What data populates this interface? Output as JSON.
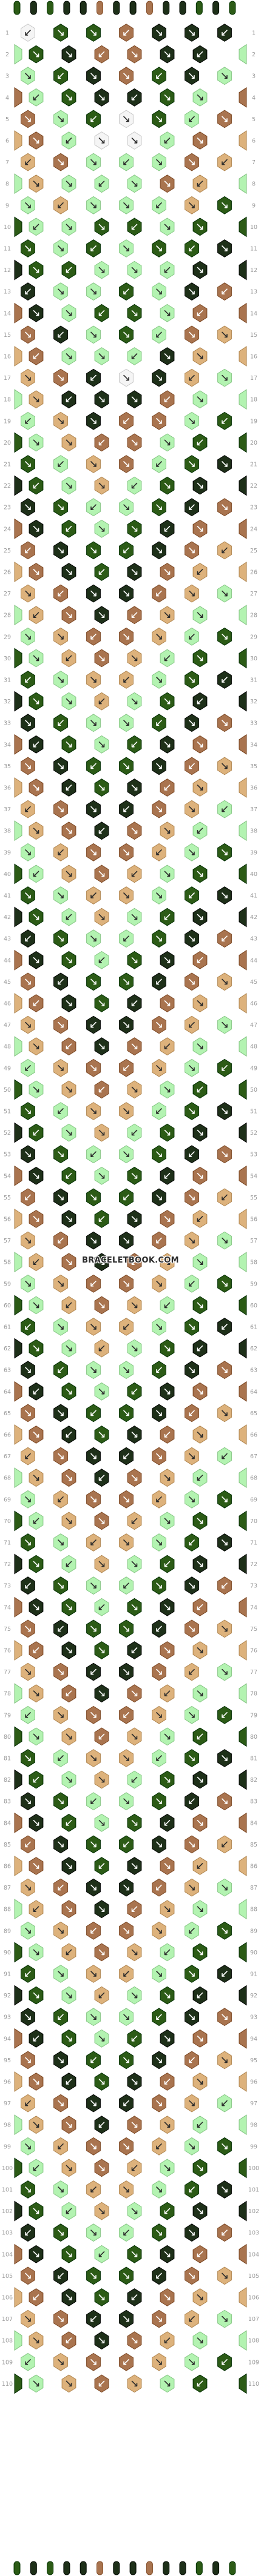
{
  "site": {
    "watermark": "BRACELETBOOK.COM"
  },
  "pattern": {
    "strings": 14,
    "rows": 110,
    "colors": {
      "A": "#2c5b16",
      "B": "#1e3019",
      "C": "#a9744f",
      "D": "#ddb27c",
      "E": "#b3f3b1",
      "F": "#f5f5f5"
    },
    "string_order_top": [
      "A",
      "B",
      "A",
      "B",
      "B",
      "C",
      "B",
      "B",
      "C",
      "B",
      "B",
      "A",
      "B",
      "A"
    ],
    "row_colors": [
      "AFBABABCBBABBB",
      "EAABBACBCBBABE",
      "EEBAABCCBAABEE",
      "CEEAABBBBAAEEC",
      "CCEEAAFFAAEECC",
      "DCCEEFFFFEECCD",
      "DDCCEEEEEECCDD",
      "EDDCEEEEEECDDE",
      "AEDDEEEEEEDDEA",
      "AAEEEAAAAEEEAA",
      "BAAEAAEEAAEAAB",
      "BBAEAEEEEAEABB",
      "CBBEEEAAEEEBBC",
      "CCBEEAAAAEEBCC",
      "DCCBEEAAEEBCCD",
      "DDCBEEEEEEBCDD",
      "EDDCBBFFBBCDDE",
      "EEDCBBBBBBCDEE",
      "AEEDCBCCBCDEEA",
      "AAEEDCCCCDEEAA",
      "BAAEEDCCDEEAAB",
      "BBAAEEDDEEAABB",
      "CBBAAEEEEAABBC",
      "CCBBAAEEAABBCC",
      "DCCBBAAAABBCCD",
      "DDCCBBAABBCCDD",
      "EDDCCBBBBCCDDE",
      "EEDDCCBBCCDDEE",
      "AEEDDCCCCDDEEA",
      "AAEEDDCCDDEEAA",
      "BAAEEDDDDEEAAB",
      "BBAAEEDDEEAABB",
      "CBBAAEEEEAABBC",
      "CCBBAAEEAABBCC",
      "DCCBBAAAABBCCD",
      "DDCCBBAABBCCDD",
      "EDDCCBBBBCCDDE",
      "EEDDCCBBCCDDEE",
      "AEEDDCCCCDDEEA",
      "AAEEDDCCDDEEAA",
      "BAAEEDDDDEEAAB",
      "BBAAEEDDEEAABB",
      "CBBAAEEEEAABBC",
      "CCBBAAEEAABBCC",
      "DCCBBAAAABBCCD",
      "DDCCBBAABBCCDD",
      "EDDCCBBBBCCDDE",
      "EEDDCCBBCCDDEE",
      "AEEDDCCCCDDEEA",
      "AAEEDDCCDDEEAA",
      "BAAEEDDDDEEAAB",
      "BBAAEEDDEEAABB",
      "CBBAAEEEEAABBC",
      "CCBBAAEEAABBCC",
      "DCCBBAAAABBCCD",
      "DDCCBBAABBCCDD",
      "EDDCCBBBBCCDDE",
      "EEDDCCBBCCDDEE",
      "AEEDDCCCCDDEEA",
      "AAEEDDCCDDEEAA",
      "BAAEEDDDDEEAAB",
      "BBAAEEDDEEAABB",
      "CBBAAEEEEAABBC",
      "CCBBAAEEAABBCC",
      "DCCBBAAAABBCCD",
      "DDCCBBAABBCCDD",
      "EDDCCBBBBCCDDE",
      "EEDDCCBBCCDDEE",
      "AEEDDCCCCDDEEA",
      "AAEEDDCCDDEEAA",
      "BAAEEDDDDEEAAB",
      "BBAAEEDDEEAABB",
      "CBBAAEEEEAABBC",
      "CCBBAAEEAABBCC",
      "DCCBBAAAABBCCD",
      "DDCCBBAABBCCDD",
      "EDDCCBBBBCCDDE",
      "EEDDCCBBCCDDEE",
      "AEEDDCCCCDDEEA",
      "AAEEDDCCDDEEAA",
      "BAAEEDDDDEEAAB",
      "BBAAEEDDEEAABB",
      "CBBAAEEEEAABBC",
      "CCBBAAEEAABBCC",
      "DCCBBAAAABBCCD",
      "DDCCBBAABBCCDD",
      "EDDCCBBBBCCDDE",
      "EEDDCCBBCCDDEE",
      "AEEDDCCCCDDEEA",
      "AAEEDDCCDDEEAA",
      "BAAEEDDDDEEAAB",
      "BBAAEEDDEEAABB",
      "CBBAAEEEEAABBC",
      "CCBBAAEEAABBCC",
      "DCCBBAAAABBCCD",
      "DDCCBBAABBCCDD",
      "EDDCCBBBBCCDDE",
      "EEDDCCBBCCDDEE",
      "AEEDDCCCCDDEEA",
      "AAEEDDCCDDEEAA",
      "BAAEEDDDDEEAAB",
      "BBAAEEDDEEAABB",
      "CBBAAEEEEAABBC",
      "CCBBAAEEAABBCC",
      "DCCBBAAAABBCCD",
      "DDCCBBAABBCCDD",
      "EDDCCBBBBCCDDE",
      "EEDDCCBBCCDDEE",
      "AEEDDCCCCDDEEA",
      "AAEEDDCCDDEEAA"
    ]
  }
}
